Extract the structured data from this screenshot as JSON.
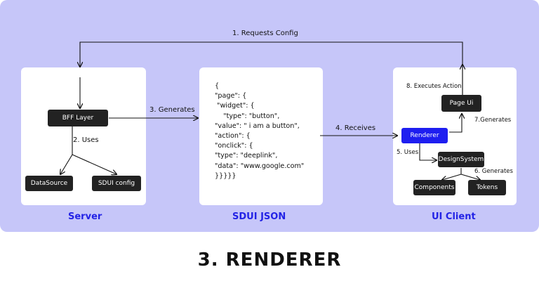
{
  "panels": {
    "server": "Server",
    "sdui_json": "SDUI JSON",
    "ui_client": "UI Client"
  },
  "nodes": {
    "bff_layer": "BFF Layer",
    "datasource": "DataSource",
    "sdui_config": "SDUI config",
    "page_ui": "Page Ui",
    "renderer": "Renderer",
    "design_system": "DesignSystem",
    "components": "Components",
    "tokens": "Tokens"
  },
  "edges": {
    "requests_config": "1. Requests Config",
    "uses_2": "2. Uses",
    "generates_3": "3. Generates",
    "receives_4": "4. Receives",
    "uses_5": "5. Uses",
    "generates_6": "6. Generates",
    "generates_7": "7.Generates",
    "executes_action_8": "8. Executes Action"
  },
  "json_lines": [
    "{",
    "\"page\": {",
    " \"widget\": {",
    "    \"type\": \"button\",",
    "\"value\": \" i am a button\",",
    "\"action\": {",
    "\"onclick\": {",
    "\"type\": \"deeplink\",",
    "\"data\": \"www.google.com\"",
    "}}}}}"
  ],
  "footer_title": "3. RENDERER",
  "colors": {
    "background": "#c6c6f9",
    "panel_title": "#2323e6",
    "node": "#222222",
    "renderer": "#1e1ef0"
  }
}
